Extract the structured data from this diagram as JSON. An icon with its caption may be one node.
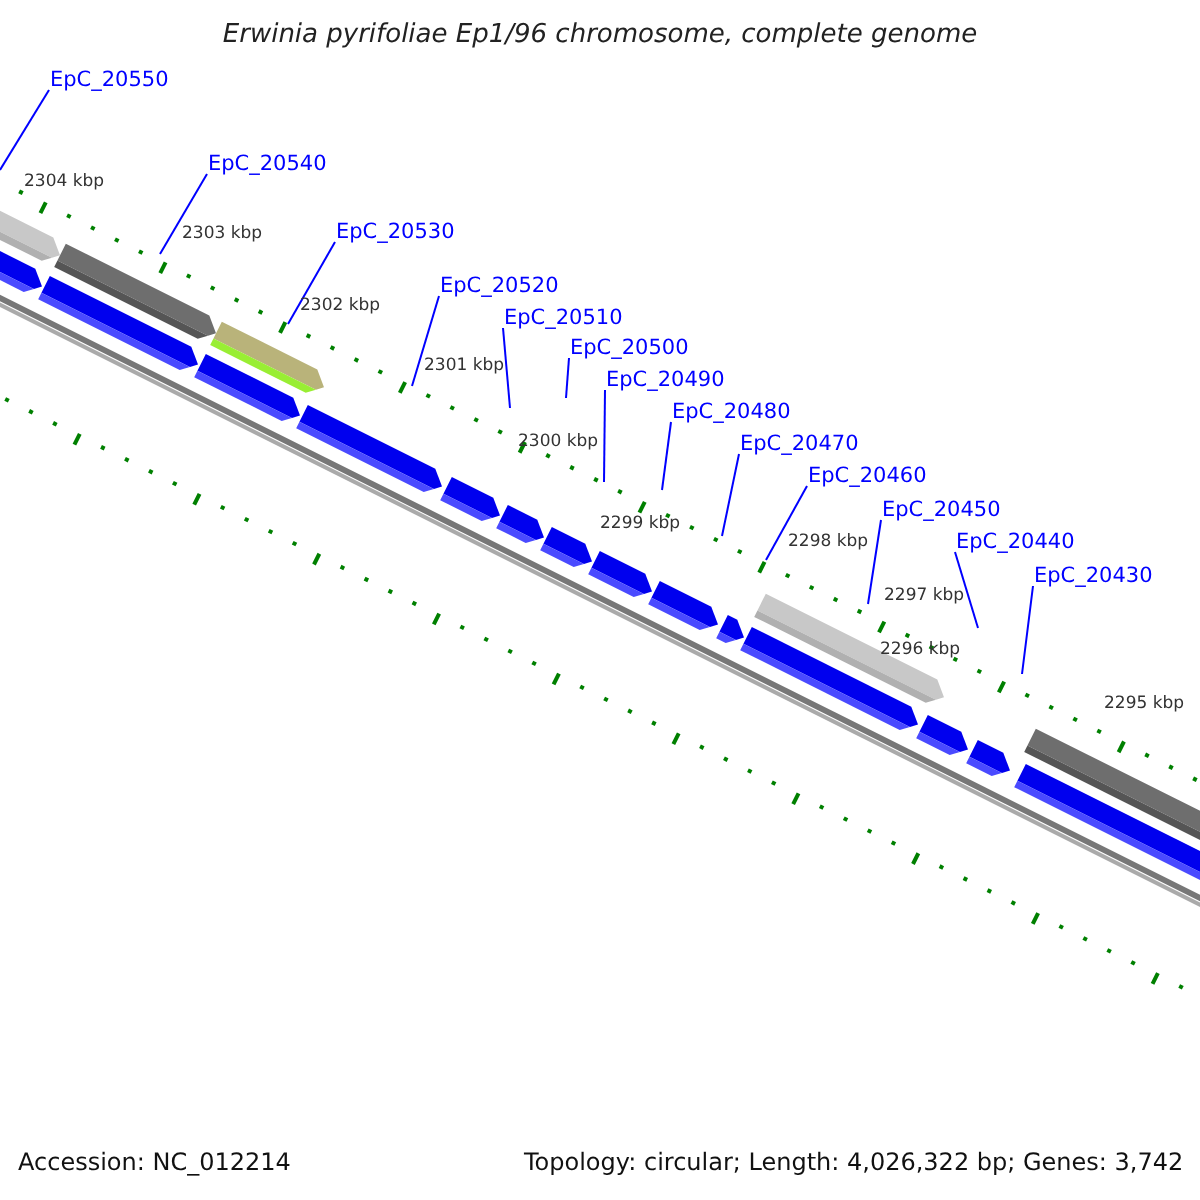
{
  "diagram": {
    "title": "Erwinia pyrifoliae Ep1/96 chromosome, complete genome",
    "nodes": [
      {
        "text": [
          "EpC_20550"
        ]
      },
      {
        "text": [
          "EpC_20540"
        ]
      },
      {
        "text": [
          "EpC_20530"
        ]
      },
      {
        "text": [
          "EpC_20520"
        ]
      },
      {
        "text": [
          "EpC_20510"
        ]
      },
      {
        "text": [
          "EpC_20500"
        ]
      },
      {
        "text": [
          "EpC_20490"
        ]
      },
      {
        "text": [
          "EpC_20480"
        ]
      },
      {
        "text": [
          "EpC_20470"
        ]
      },
      {
        "text": [
          "EpC_20460"
        ]
      },
      {
        "text": [
          "EpC_20450"
        ]
      },
      {
        "text": [
          "EpC_20440"
        ]
      },
      {
        "text": [
          "EpC_20430"
        ]
      }
    ],
    "edges": [
      {
        "from": 0,
        "to": null,
        "arrow": "none"
      },
      {
        "from": 1,
        "to": null,
        "arrow": "none"
      },
      {
        "from": 2,
        "to": null,
        "arrow": "none"
      },
      {
        "from": 3,
        "to": null,
        "arrow": "none"
      },
      {
        "from": 4,
        "to": null,
        "arrow": "none"
      },
      {
        "from": 5,
        "to": null,
        "arrow": "none"
      },
      {
        "from": 6,
        "to": null,
        "arrow": "none"
      },
      {
        "from": 7,
        "to": null,
        "arrow": "none"
      },
      {
        "from": 8,
        "to": null,
        "arrow": "none"
      },
      {
        "from": 9,
        "to": null,
        "arrow": "none"
      },
      {
        "from": 10,
        "to": null,
        "arrow": "none"
      },
      {
        "from": 11,
        "to": null,
        "arrow": "none"
      },
      {
        "from": 12,
        "to": null,
        "arrow": "none"
      }
    ],
    "labels": [
      "2304 kbp",
      "2303 kbp",
      "2302 kbp",
      "2301 kbp",
      "2300 kbp",
      "2299 kbp",
      "2298 kbp",
      "2297 kbp",
      "2296 kbp",
      "2295 kbp",
      "Accession: NC_012214",
      "Topology: circular; Length: 4,026,322 bp; Genes: 3,742"
    ]
  }
}
